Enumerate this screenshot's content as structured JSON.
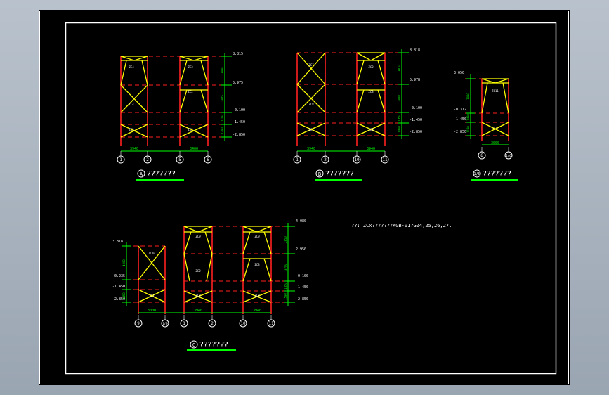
{
  "drawing": {
    "colors": {
      "background": "#000000",
      "frame": "#ffffff",
      "column": "#ff2020",
      "gridline": "#ff2020",
      "brace": "#ffff00",
      "dimension": "#00ff00",
      "text": "#ffffff",
      "underline": "#00ff00"
    },
    "note": "??: ZCx???????KGB-01?GZ4,25,26,27.",
    "views": {
      "A": {
        "title_symbol": "A",
        "title": "???????",
        "axes": [
          "1",
          "2",
          "5",
          "6"
        ],
        "elevations": [
          "8.815",
          "5.975",
          "-0.100",
          "-1.450",
          "-2.850"
        ],
        "spans": [
          "3940",
          "3400"
        ],
        "vert_dims": [
          "3000",
          "3075",
          "1100",
          "1300"
        ],
        "brace_labels": [
          "ZC4",
          "ZC4",
          "ZC3",
          "ZC3",
          "ZC2",
          "ZC2",
          "ZC2"
        ]
      },
      "B": {
        "title_symbol": "B",
        "title": "???????",
        "axes": [
          "1",
          "2",
          "10",
          "11"
        ],
        "elevations": [
          "8.818",
          "5.978",
          "-0.100",
          "-1.450",
          "-2.850"
        ],
        "spans": [
          "3940",
          "3940"
        ],
        "vert_dims": [
          "3870",
          "3070",
          "1450",
          "1450"
        ],
        "brace_labels": [
          "ZC7",
          "ZC8",
          "ZC1",
          "ZC2",
          "ZC3",
          "ZC8",
          "ZC8"
        ]
      },
      "C": {
        "title_symbol": "1/6",
        "title": "???????",
        "axes": [
          "6",
          "1/6"
        ],
        "elevations": [
          "3.050",
          "-0.312",
          "-1.450",
          "-2.850"
        ],
        "spans": [
          "3000"
        ],
        "vert_dims": [
          "3000",
          "1400",
          "1100"
        ],
        "brace_labels": [
          "ZC11",
          "ZC5"
        ]
      },
      "D": {
        "title_symbol": "C",
        "title": "???????",
        "axes": [
          "9",
          "1/9",
          "1",
          "2",
          "10",
          "11"
        ],
        "elevations_left": [
          "3.818",
          "-0.235",
          "-1.450",
          "-2.850"
        ],
        "elevations_right": [
          "4.080",
          "2.950",
          "-0.100",
          "-1.450",
          "-2.850"
        ],
        "spans": [
          "3000",
          "3940",
          "3940"
        ],
        "vert_dims_left": [
          "4000",
          "1450"
        ],
        "vert_dims_right": [
          "2850",
          "3700",
          "1350",
          "1500"
        ],
        "brace_labels": [
          "ZC10",
          "ZC9",
          "ZC2",
          "ZC1",
          "ZC9",
          "ZC3",
          "ZC8",
          "ZC8",
          "ZC8"
        ]
      }
    }
  }
}
